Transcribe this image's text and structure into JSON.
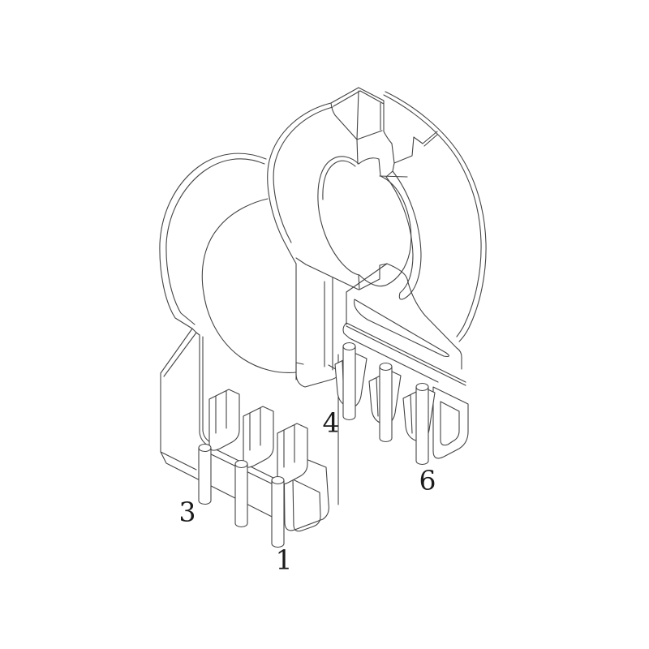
{
  "figure": {
    "description": "Isometric hidden-line CAD drawing of a 6-pin transformer bobbin (coil former) with two circular flanges, top mounting block, triangular gusset brace and two slotted pin rails",
    "background_color": "#ffffff",
    "line_color": "#444444",
    "label_color": "#1b1b1b",
    "pin_labels": [
      {
        "text": "3"
      },
      {
        "text": "1"
      },
      {
        "text": "4"
      },
      {
        "text": "6"
      }
    ]
  }
}
